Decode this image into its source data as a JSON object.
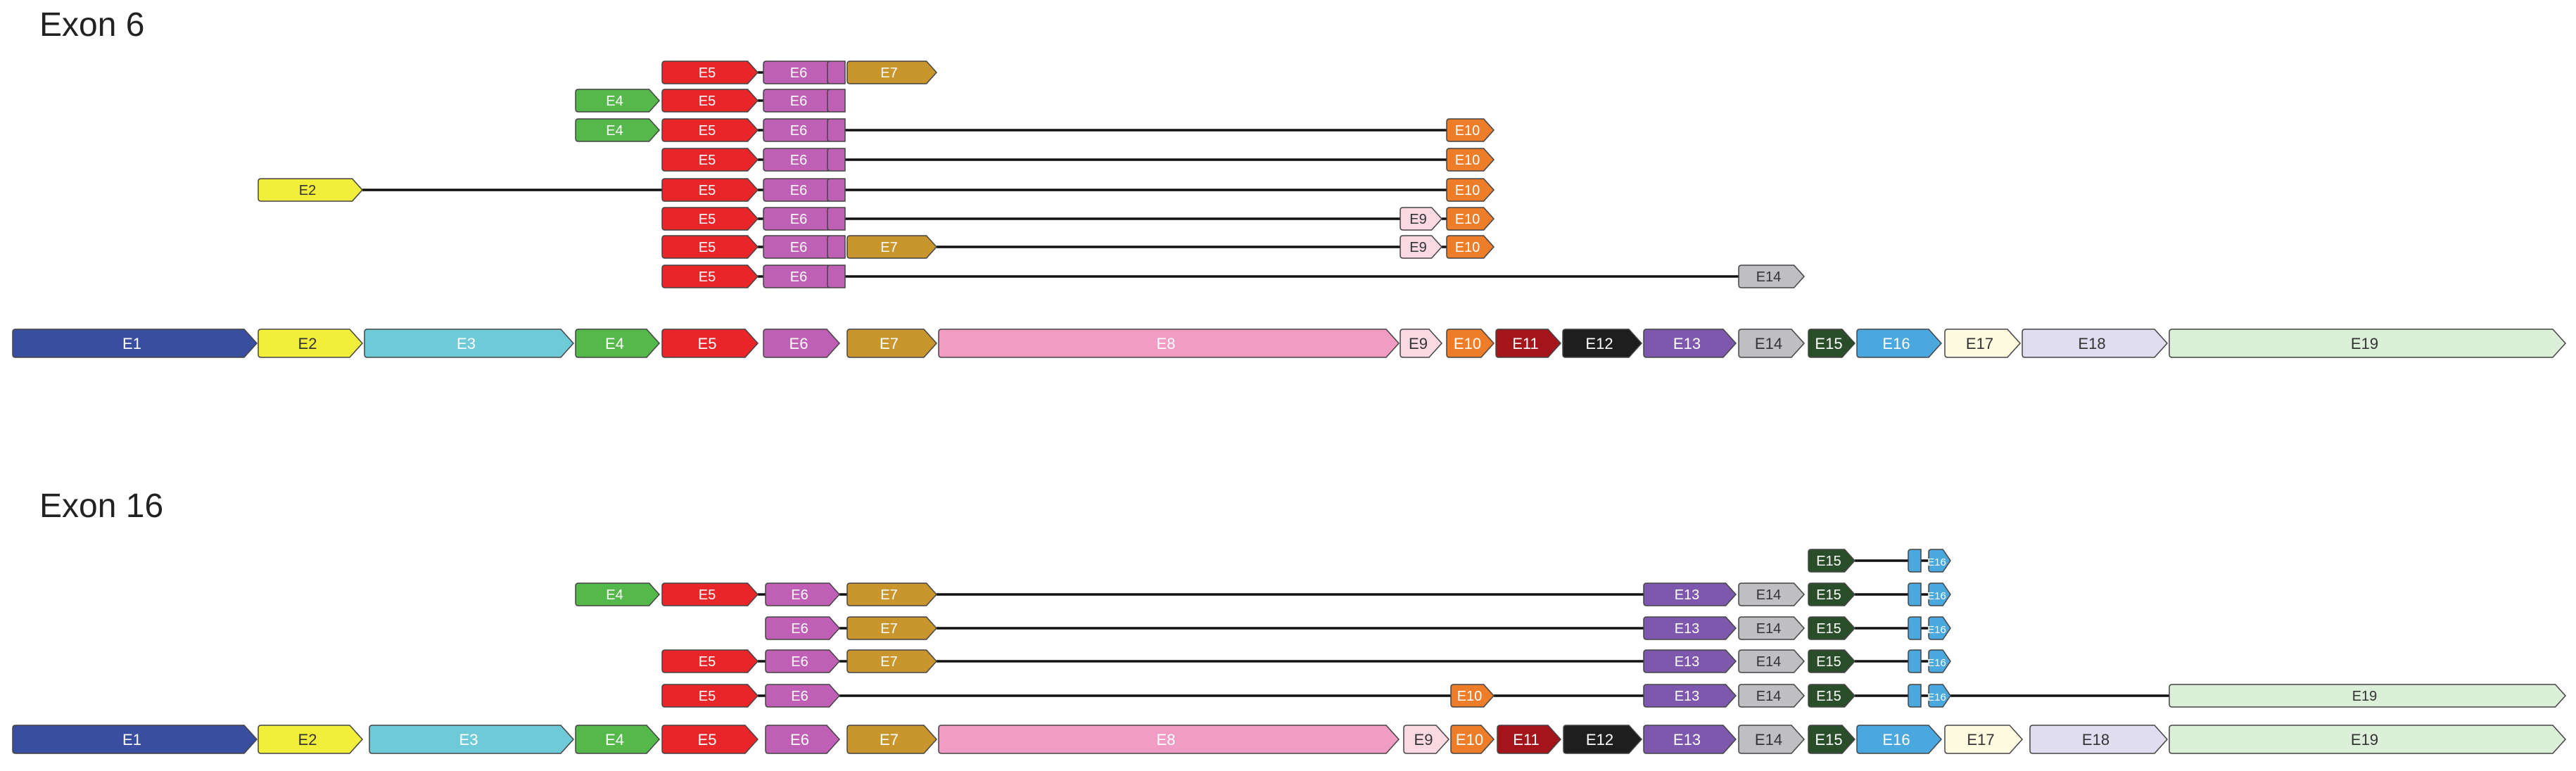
{
  "colors": {
    "E1": "#3a4ea0",
    "E2": "#f2ee3c",
    "E3": "#6fcad8",
    "E4": "#55b84b",
    "E5": "#e8262a",
    "E6": "#bf5fb5",
    "E7": "#c9962e",
    "E8": "#f09cc4",
    "E9": "#fbd9e3",
    "E10": "#ee7d2a",
    "E11": "#a4151b",
    "E12": "#1e1e1e",
    "E13": "#7d58ad",
    "E14": "#bfbfc3",
    "E15": "#2b4e2a",
    "E16": "#4aa8de",
    "E17": "#fefbe0",
    "E18": "#e0ddf0",
    "E19": "#dcefd8",
    "line": "#111111",
    "stroke": "#444444"
  },
  "panels": [
    {
      "id": "exon6",
      "title": "Exon 6",
      "gene_model": [
        "E1",
        "E2",
        "E3",
        "E4",
        "E5",
        "E6",
        "E7",
        "E8",
        "E9",
        "E10",
        "E11",
        "E12",
        "E13",
        "E14",
        "E15",
        "E16",
        "E17",
        "E18",
        "E19"
      ],
      "transcripts": [
        {
          "exons": [
            "E5",
            "E6",
            "E6b",
            "E7"
          ]
        },
        {
          "exons": [
            "E4",
            "E5",
            "E6",
            "E6b"
          ]
        },
        {
          "exons": [
            "E4",
            "E5",
            "E6",
            "E6b",
            "E10"
          ]
        },
        {
          "exons": [
            "E5",
            "E6",
            "E6b",
            "E10"
          ]
        },
        {
          "exons": [
            "E2",
            "E5",
            "E6",
            "E6b",
            "E10"
          ]
        },
        {
          "exons": [
            "E5",
            "E6",
            "E6b",
            "E9",
            "E10"
          ]
        },
        {
          "exons": [
            "E5",
            "E6",
            "E6b",
            "E7",
            "E9",
            "E10"
          ]
        },
        {
          "exons": [
            "E5",
            "E6",
            "E6b",
            "E14"
          ]
        }
      ]
    },
    {
      "id": "exon16",
      "title": "Exon 16",
      "gene_model": [
        "E1",
        "E2",
        "E3",
        "E4",
        "E5",
        "E6",
        "E7",
        "E8",
        "E9",
        "E10",
        "E11",
        "E12",
        "E13",
        "E14",
        "E15",
        "E16",
        "E17",
        "E18",
        "E19"
      ],
      "transcripts": [
        {
          "exons": [
            "E15",
            "E16a",
            "E16b"
          ]
        },
        {
          "exons": [
            "E4",
            "E5",
            "E6",
            "E7",
            "E13",
            "E14",
            "E15",
            "E16a",
            "E16b"
          ]
        },
        {
          "exons": [
            "E6",
            "E7",
            "E13",
            "E14",
            "E15",
            "E16a",
            "E16b"
          ]
        },
        {
          "exons": [
            "E5",
            "E6",
            "E7",
            "E13",
            "E14",
            "E15",
            "E16a",
            "E16b"
          ]
        },
        {
          "exons": [
            "E5",
            "E6",
            "E10",
            "E13",
            "E14",
            "E15",
            "E16a",
            "E16b",
            "E19"
          ]
        }
      ]
    }
  ],
  "labels": {
    "E1": "E1",
    "E2": "E2",
    "E3": "E3",
    "E4": "E4",
    "E5": "E5",
    "E6": "E6",
    "E6b": "",
    "E7": "E7",
    "E8": "E8",
    "E9": "E9",
    "E10": "E10",
    "E11": "E11",
    "E12": "E12",
    "E13": "E13",
    "E14": "E14",
    "E15": "E15",
    "E16": "E16",
    "E16a": "",
    "E16b": "E16",
    "E17": "E17",
    "E18": "E18",
    "E19": "E19"
  }
}
